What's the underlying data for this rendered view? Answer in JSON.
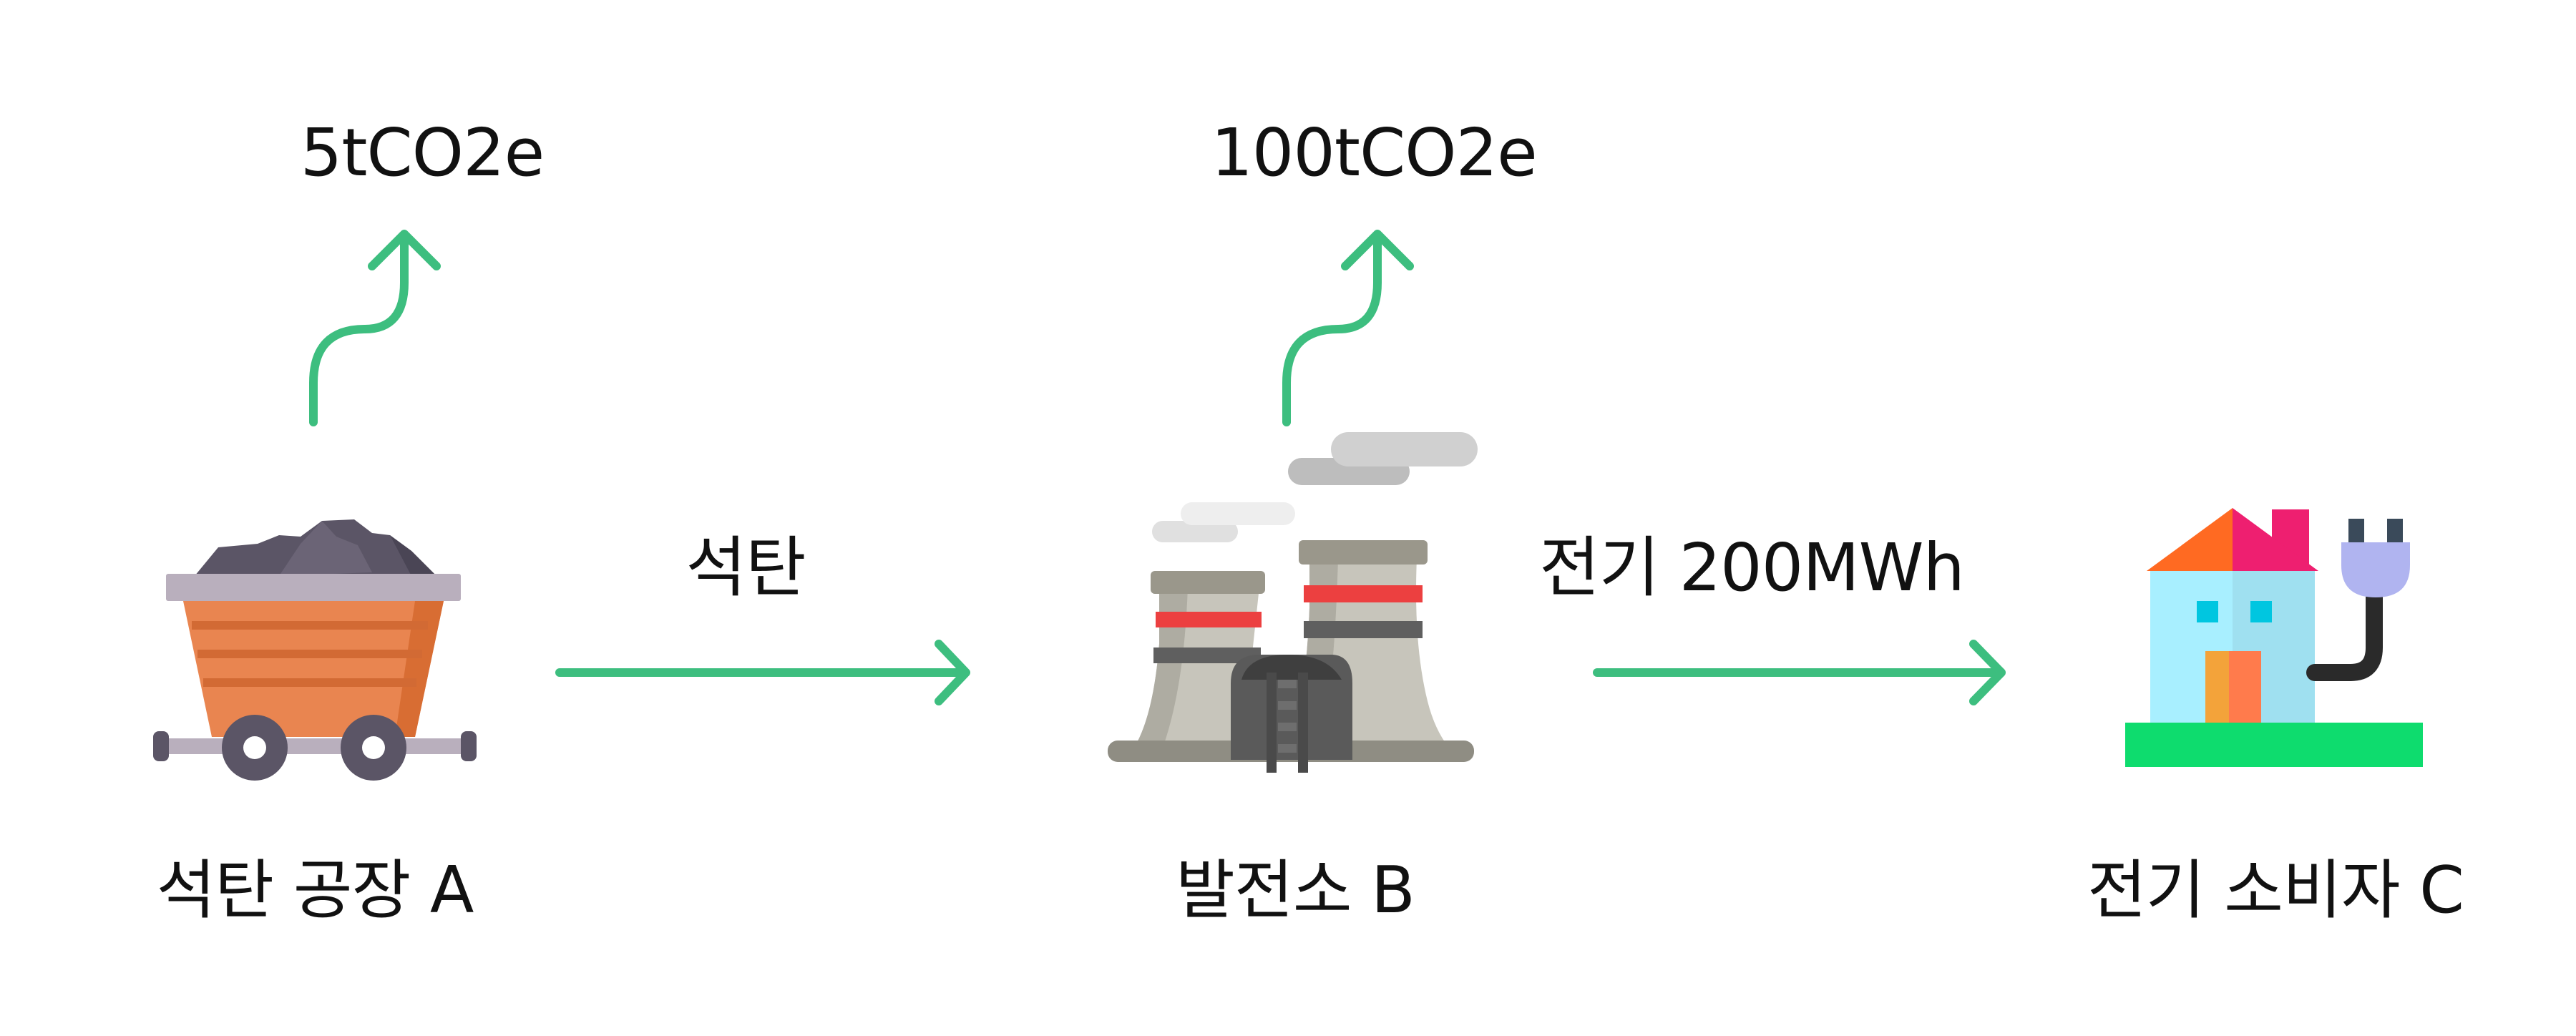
{
  "colors": {
    "arrow": "#3dbe7f",
    "text": "#111111",
    "background": "#ffffff"
  },
  "emissions": {
    "coal_mine": "5tCO2e",
    "power_plant": "100tCO2e"
  },
  "flows": {
    "coal": "석탄",
    "electricity": "전기 200MWh"
  },
  "nodes": {
    "coal_mine": {
      "label": "석탄 공장 A",
      "icon": "mine-cart-icon"
    },
    "power_plant": {
      "label": "발전소 B",
      "icon": "power-plant-icon"
    },
    "consumer": {
      "label": "전기 소비자 C",
      "icon": "house-plug-icon"
    }
  }
}
